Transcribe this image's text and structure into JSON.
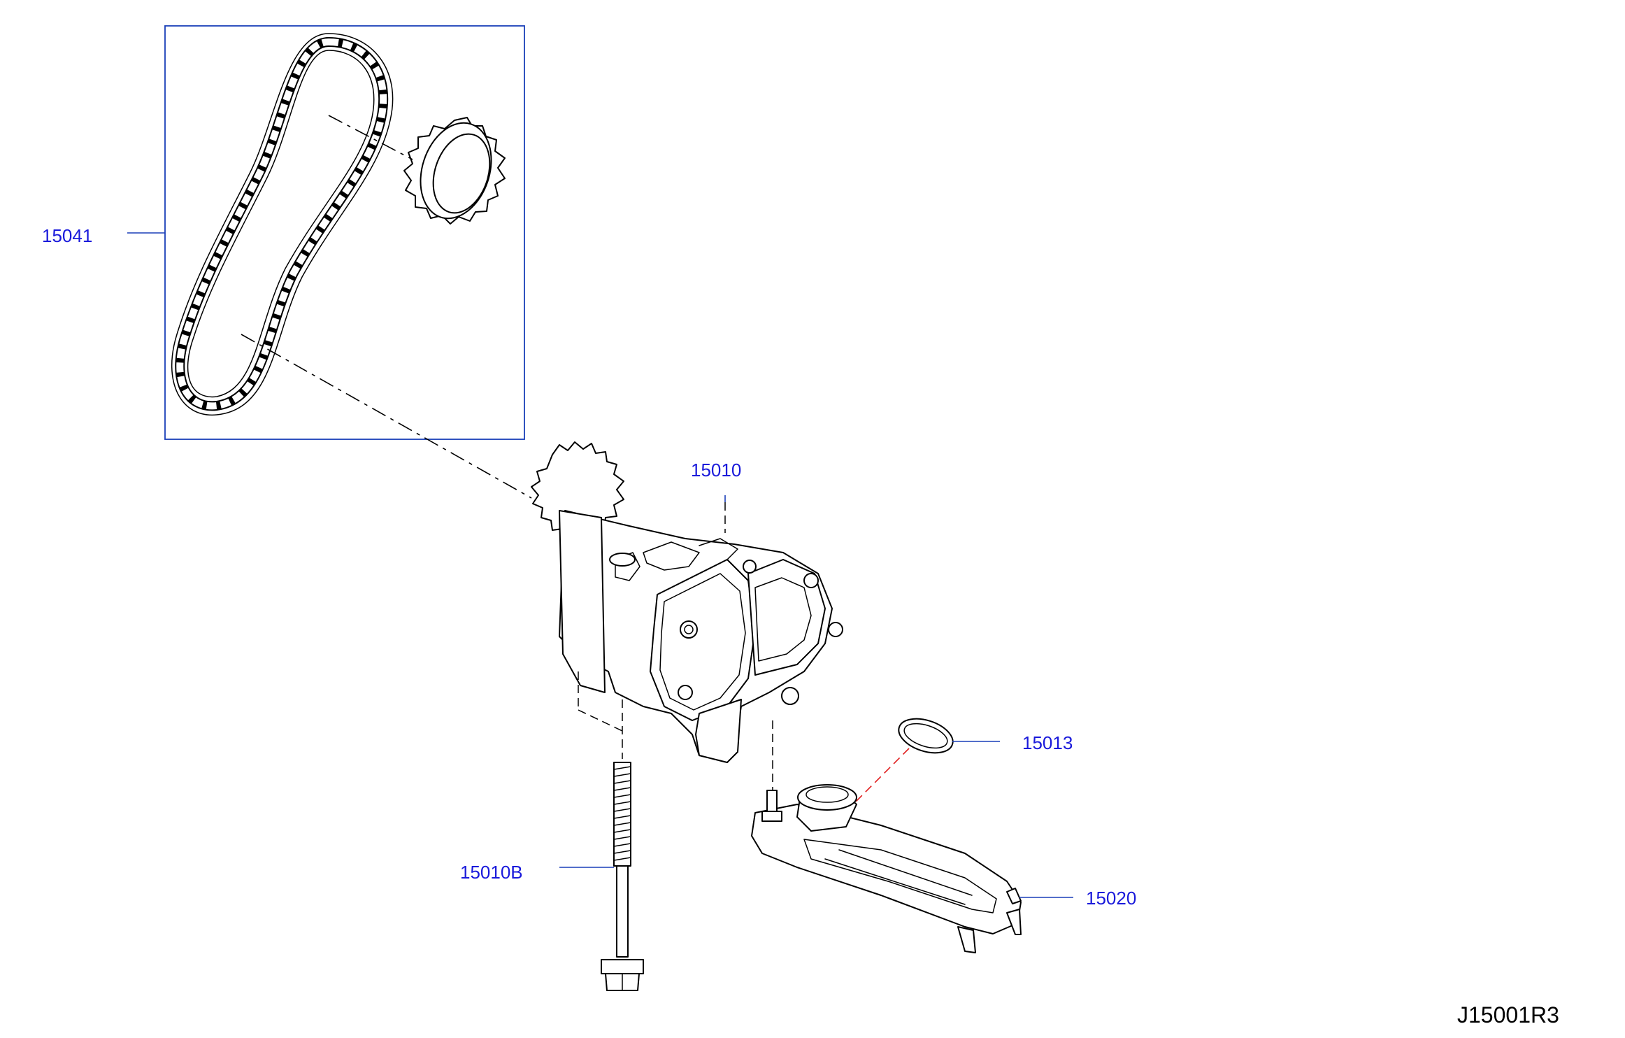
{
  "diagram": {
    "reference_code": "J15001R3",
    "callouts": [
      {
        "id": "chain",
        "label": "15041"
      },
      {
        "id": "pump",
        "label": "15010"
      },
      {
        "id": "oring",
        "label": "15013"
      },
      {
        "id": "bolt",
        "label": "15010B"
      },
      {
        "id": "strainer",
        "label": "15020"
      }
    ],
    "colors": {
      "callout_text": "#1a1adb",
      "leader_line": "#1a3fb8",
      "highlight_dash": "#e02020",
      "line_art": "#000000"
    }
  }
}
